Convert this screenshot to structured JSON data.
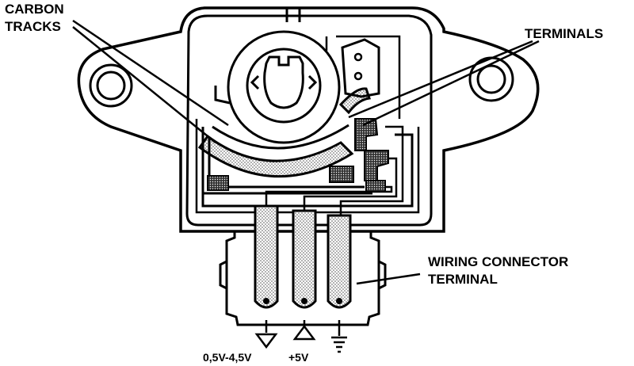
{
  "labels": {
    "carbon_tracks_line1": "CARBON",
    "carbon_tracks_line2": "TRACKS",
    "terminals": "TERMINALS",
    "wiring_line1": "WIRING CONNECTOR",
    "wiring_line2": "TERMINAL",
    "signal": "0,5V-4,5V",
    "supply": "+5V"
  },
  "icons": {
    "signal_symbol": "down-triangle-icon",
    "supply_symbol": "up-triangle-icon",
    "ground_symbol": "ground-icon"
  },
  "colors": {
    "ink": "#000000",
    "track_fill": "#c8c8c8",
    "background": "#ffffff"
  }
}
